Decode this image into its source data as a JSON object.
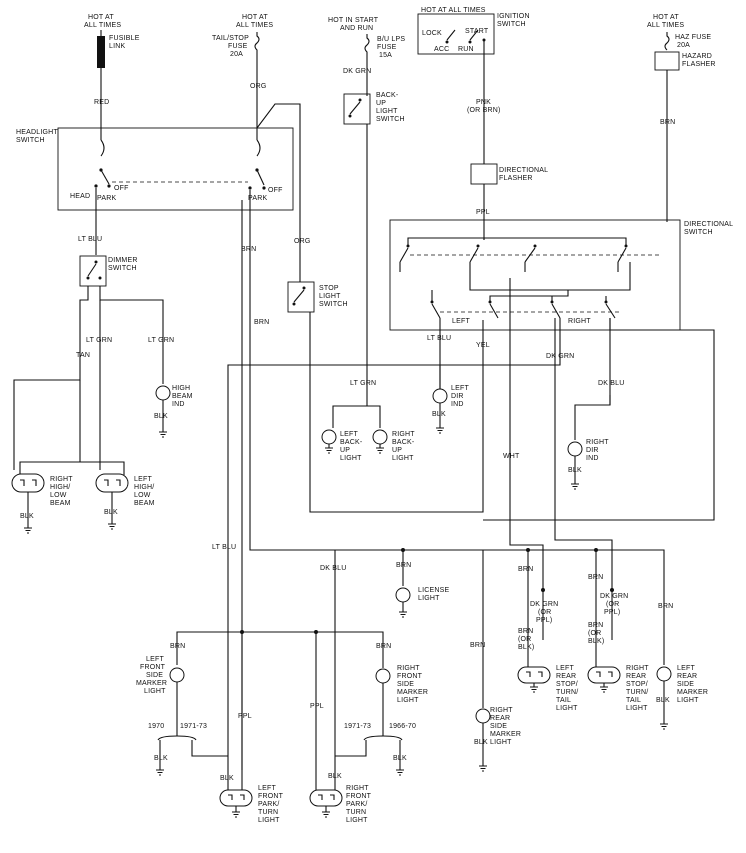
{
  "labels": {
    "hot_at_all_times_1": "HOT AT",
    "hot_at_all_times_1b": "ALL TIMES",
    "fusible_link": "FUSIBLE",
    "fusible_link_b": "LINK",
    "hot_at_all_times_2": "HOT AT",
    "hot_at_all_times_2b": "ALL TIMES",
    "tail_stop_fuse": "TAIL/STOP",
    "tail_stop_fuse_b": "FUSE",
    "tail_stop_fuse_c": "20A",
    "hot_in_start": "HOT IN START",
    "hot_in_start_b": "AND RUN",
    "bu_lps_fuse": "B/U LPS",
    "bu_lps_fuse_b": "FUSE",
    "bu_lps_fuse_c": "15A",
    "dk_grn_1": "DK GRN",
    "backup_switch": "BACK-",
    "backup_switch_b": "UP",
    "backup_switch_c": "LIGHT",
    "backup_switch_d": "SWITCH",
    "hot_at_all_times_3": "HOT AT ALL TIMES",
    "ignition_switch": "IGNITION",
    "ignition_switch_b": "SWITCH",
    "lock": "LOCK",
    "start": "START",
    "acc": "ACC",
    "run": "RUN",
    "pnk": "PNK",
    "or_brn": "(OR BRN)",
    "directional_flasher": "DIRECTIONAL",
    "directional_flasher_b": "FLASHER",
    "ppl_1": "PPL",
    "hot_at_all_times_4": "HOT AT",
    "hot_at_all_times_4b": "ALL TIMES",
    "haz_fuse": "HAZ FUSE",
    "haz_fuse_b": "20A",
    "hazard_flasher": "HAZARD",
    "hazard_flasher_b": "FLASHER",
    "brn_top": "BRN",
    "red": "RED",
    "org_1": "ORG",
    "headlight_switch": "HEADLIGHT",
    "headlight_switch_b": "SWITCH",
    "off_1": "OFF",
    "head": "HEAD",
    "park_1": "PARK",
    "off_2": "OFF",
    "park_2": "PARK",
    "directional_switch": "DIRECTIONAL",
    "directional_switch_b": "SWITCH",
    "left": "LEFT",
    "right": "RIGHT",
    "lt_blu_1": "LT BLU",
    "brn_1": "BRN",
    "org_2": "ORG",
    "dimmer_switch": "DIMMER",
    "dimmer_switch_b": "SWITCH",
    "stop_light_switch": "STOP",
    "stop_light_switch_b": "LIGHT",
    "stop_light_switch_c": "SWITCH",
    "brn_2": "BRN",
    "lt_grn_1": "LT GRN",
    "lt_grn_2": "LT GRN",
    "tan": "TAN",
    "lt_blu_2": "LT BLU",
    "yel": "YEL",
    "dk_grn_2": "DK GRN",
    "dk_blu_1": "DK BLU",
    "high_beam_ind": "HIGH",
    "high_beam_ind_b": "BEAM",
    "high_beam_ind_c": "IND",
    "blk_hbi": "BLK",
    "lt_grn_3": "LT GRN",
    "left_dir_ind": "LEFT",
    "left_dir_ind_b": "DIR",
    "left_dir_ind_c": "IND",
    "blk_ldi": "BLK",
    "right_dir_ind": "RIGHT",
    "right_dir_ind_b": "DIR",
    "right_dir_ind_c": "IND",
    "blk_rdi": "BLK",
    "left_backup": "LEFT",
    "left_backup_b": "BACK-",
    "left_backup_c": "UP",
    "left_backup_d": "LIGHT",
    "right_backup": "RIGHT",
    "right_backup_b": "BACK-",
    "right_backup_c": "UP",
    "right_backup_d": "LIGHT",
    "right_hl": "RIGHT",
    "right_hl_b": "HIGH/",
    "right_hl_c": "LOW",
    "right_hl_d": "BEAM",
    "left_hl": "LEFT",
    "left_hl_b": "HIGH/",
    "left_hl_c": "LOW",
    "left_hl_d": "BEAM",
    "blk_rhl": "BLK",
    "blk_lhl": "BLK",
    "wht": "WHT",
    "lt_blu_3": "LT BLU",
    "dk_blu_2": "DK BLU",
    "brn_lic": "BRN",
    "license_light": "LICENSE",
    "license_light_b": "LIGHT",
    "brn_a": "BRN",
    "dk_grn_3": "DK GRN",
    "or_ppl_1": "(OR",
    "or_ppl_1b": "PPL)",
    "brn_b": "BRN",
    "dk_grn_4": "DK GRN",
    "or_ppl_2": "(OR",
    "or_ppl_2b": "PPL)",
    "brn_c": "BRN",
    "brn_or_blk_1": "BRN",
    "brn_or_blk_1b": "(OR",
    "brn_or_blk_1c": "BLK)",
    "brn_or_blk_2": "BRN",
    "brn_or_blk_2b": "(OR",
    "brn_or_blk_2c": "BLK)",
    "brn_lfs": "BRN",
    "lfs": "LEFT",
    "lfs_b": "FRONT",
    "lfs_c": "SIDE",
    "lfs_d": "MARKER",
    "lfs_e": "LIGHT",
    "brn_rfs": "BRN",
    "rfs": "RIGHT",
    "rfs_b": "FRONT",
    "rfs_c": "SIDE",
    "rfs_d": "MARKER",
    "rfs_e": "LIGHT",
    "brn_rrs": "BRN",
    "lrst": "LEFT",
    "lrst_b": "REAR",
    "lrst_c": "STOP/",
    "lrst_d": "TURN/",
    "lrst_e": "TAIL",
    "lrst_f": "LIGHT",
    "rrst": "RIGHT",
    "rrst_b": "REAR",
    "rrst_c": "STOP/",
    "rrst_d": "TURN/",
    "rrst_e": "TAIL",
    "rrst_f": "LIGHT",
    "lrs": "LEFT",
    "lrs_b": "REAR",
    "lrs_c": "SIDE",
    "lrs_d": "MARKER",
    "lrs_e": "LIGHT",
    "rrs": "RIGHT",
    "rrs_b": "REAR",
    "rrs_c": "SIDE",
    "rrs_d": "MARKER",
    "rrs_e": "LIGHT",
    "blk_rrs": "BLK",
    "blk_lrs": "BLK",
    "y1970": "1970",
    "y1971_73a": "1971-73",
    "y1971_73b": "1971-73",
    "y1966_70": "1966-70",
    "blk_f1": "BLK",
    "blk_f2": "BLK",
    "ppl_2": "PPL",
    "ppl_3": "PPL",
    "blk_lfp": "BLK",
    "blk_rfp": "BLK",
    "lfp": "LEFT",
    "lfp_b": "FRONT",
    "lfp_c": "PARK/",
    "lfp_d": "TURN",
    "lfp_e": "LIGHT",
    "rfp": "RIGHT",
    "rfp_b": "FRONT",
    "rfp_c": "PARK/",
    "rfp_d": "TURN",
    "rfp_e": "LIGHT"
  }
}
